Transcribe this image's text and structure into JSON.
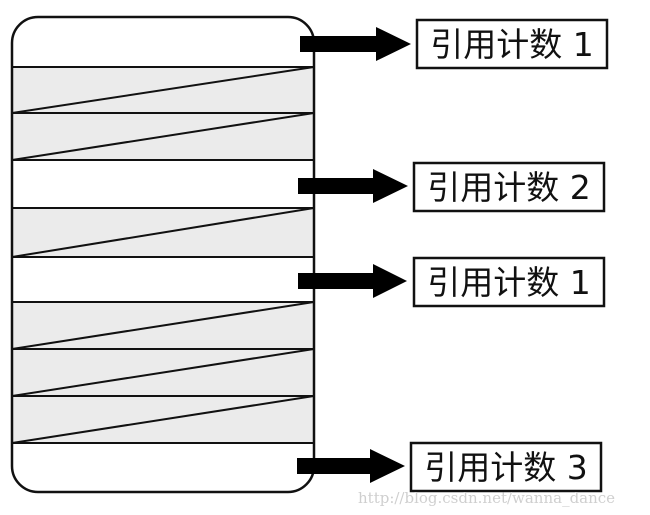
{
  "memory_block": {
    "blocks": [
      {
        "state": "free"
      },
      {
        "state": "used"
      },
      {
        "state": "used"
      },
      {
        "state": "free"
      },
      {
        "state": "used"
      },
      {
        "state": "free"
      },
      {
        "state": "used"
      },
      {
        "state": "used"
      },
      {
        "state": "used"
      },
      {
        "state": "free"
      }
    ],
    "used_fill_color": "#ebebeb",
    "free_fill_color": "#ffffff",
    "stroke_color": "#111111"
  },
  "references": [
    {
      "label": "引用计数 1"
    },
    {
      "label": "引用计数 2"
    },
    {
      "label": "引用计数 1"
    },
    {
      "label": "引用计数 3"
    }
  ],
  "watermark": {
    "text": "http://blog.csdn.net/wanna_dance"
  }
}
